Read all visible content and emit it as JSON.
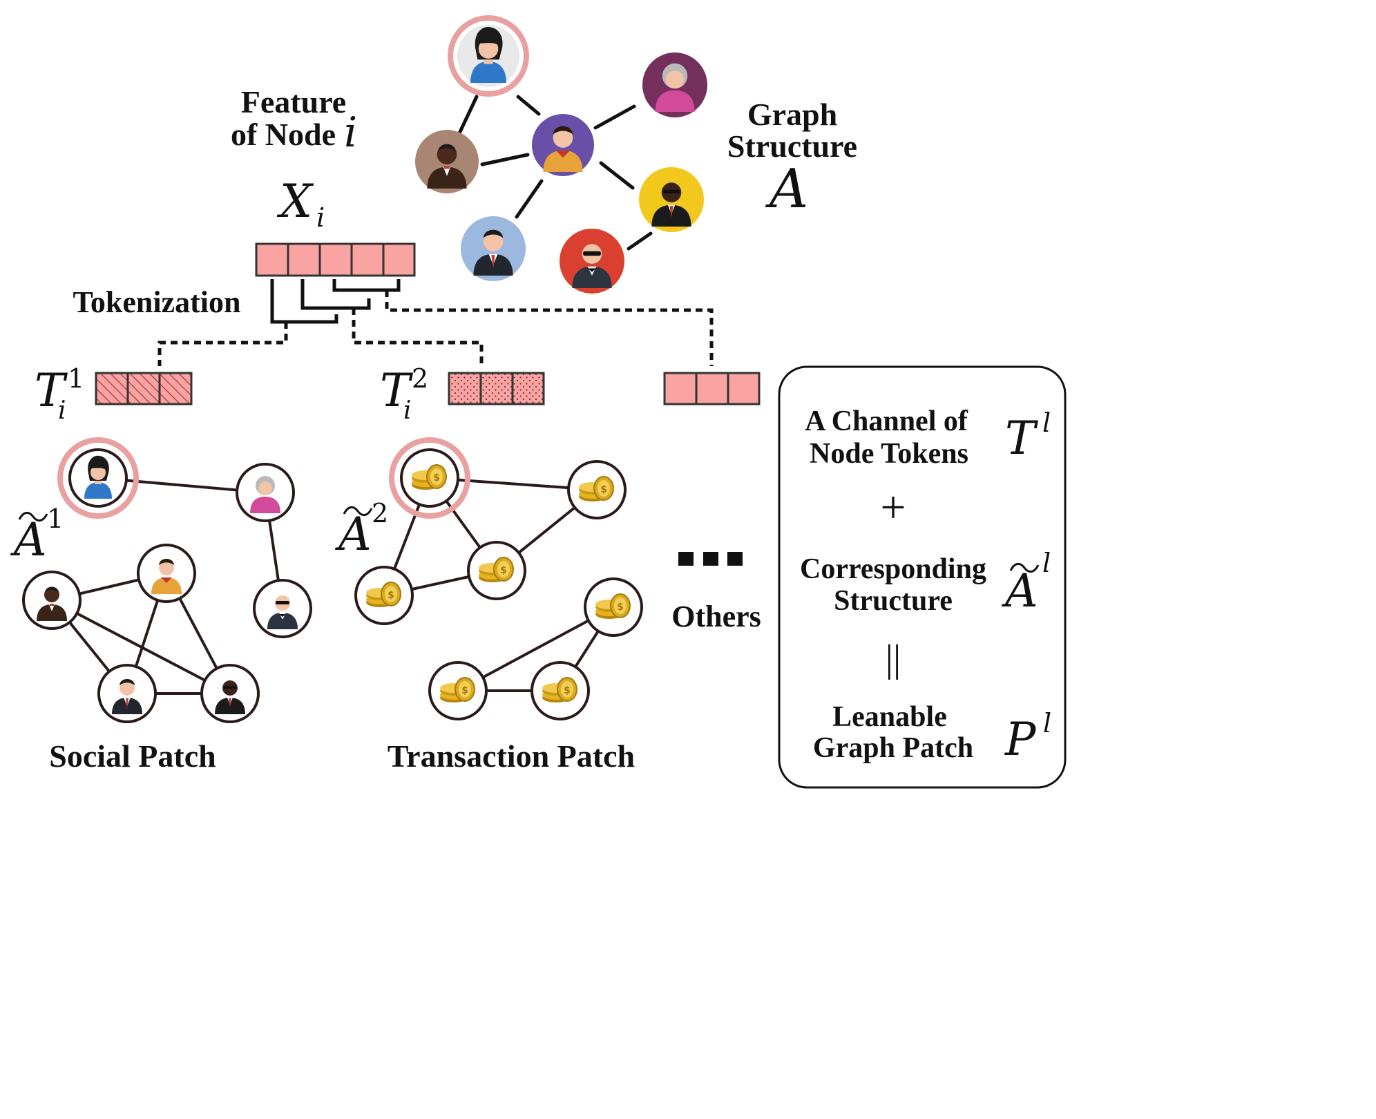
{
  "labels": {
    "feature_line1": "Feature",
    "feature_line2": "of Node",
    "feature_i": "i",
    "graph_line1": "Graph",
    "graph_line2": "Structure",
    "graph_A": "A",
    "x_i_base": "X",
    "x_i_sub": "i",
    "tokenization": "Tokenization",
    "t1_base": "T",
    "t1_sub": "i",
    "t1_sup": "1",
    "t2_base": "T",
    "t2_sub": "i",
    "t2_sup": "2",
    "a1_base": "A",
    "a1_sup": "1",
    "a2_base": "A",
    "a2_sup": "2",
    "ellipsis": "■■■",
    "others": "Others",
    "social_patch": "Social Patch",
    "transaction_patch": "Transaction Patch"
  },
  "legend": {
    "line1": "A Channel of",
    "line2": "Node Tokens",
    "t_base": "T",
    "t_sup": "l",
    "plus": "+",
    "line3": "Corresponding",
    "line4": "Structure",
    "a_base": "A",
    "a_sup": "l",
    "equals": "||",
    "line5": "Leanable",
    "line6": "Graph Patch",
    "p_base": "P",
    "p_sup": "l"
  },
  "colors": {
    "token_fill": "#f9a3a3",
    "token_stroke": "#333333",
    "highlight_ring": "#e8a0a0",
    "node_purple": "#6a4fa8",
    "node_brown": "#a98574",
    "node_blue": "#9cb8de",
    "node_red": "#d9402f",
    "node_yellow": "#f2c81c",
    "node_plum": "#742f5c",
    "node_gray": "#eeeeee"
  },
  "icons": {
    "graph_nodes": [
      "woman-avatar-icon",
      "purple-man-avatar-icon",
      "dark-man-avatar-icon",
      "businessman-avatar-icon",
      "bald-man-avatar-icon",
      "glasses-man-avatar-icon",
      "elderly-woman-avatar-icon"
    ],
    "coin": "coin-stack-icon"
  }
}
